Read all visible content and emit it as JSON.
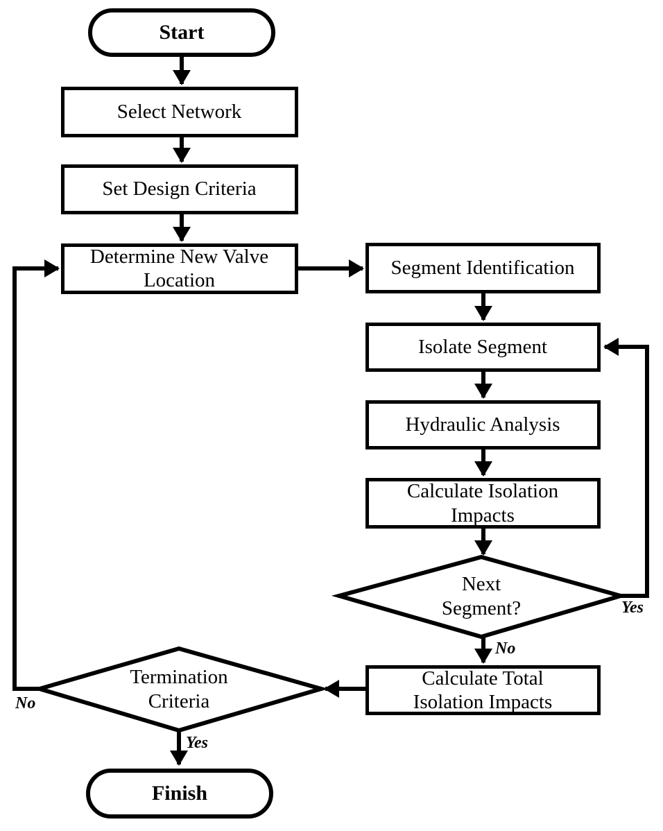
{
  "flowchart": {
    "nodes": {
      "start": {
        "label": "Start",
        "shape": "terminator"
      },
      "select_network": {
        "label": "Select Network",
        "shape": "process"
      },
      "set_design_criteria": {
        "label": "Set Design Criteria",
        "shape": "process"
      },
      "determine_new_valve_location": {
        "label": "Determine New Valve Location",
        "shape": "process"
      },
      "segment_identification": {
        "label": "Segment Identification",
        "shape": "process"
      },
      "isolate_segment": {
        "label": "Isolate Segment",
        "shape": "process"
      },
      "hydraulic_analysis": {
        "label": "Hydraulic Analysis",
        "shape": "process"
      },
      "calculate_isolation_impacts": {
        "label": "Calculate Isolation Impacts",
        "shape": "process"
      },
      "next_segment": {
        "label": "Next Segment?",
        "shape": "decision"
      },
      "calculate_total_isolation_impacts": {
        "label": "Calculate Total Isolation Impacts",
        "shape": "process"
      },
      "termination_criteria": {
        "label": "Termination Criteria",
        "shape": "decision"
      },
      "finish": {
        "label": "Finish",
        "shape": "terminator"
      }
    },
    "edge_labels": {
      "next_segment_yes": "Yes",
      "next_segment_no": "No",
      "termination_criteria_no": "No",
      "termination_criteria_yes": "Yes"
    },
    "colors": {
      "stroke": "#000000",
      "fill": "#ffffff"
    }
  }
}
